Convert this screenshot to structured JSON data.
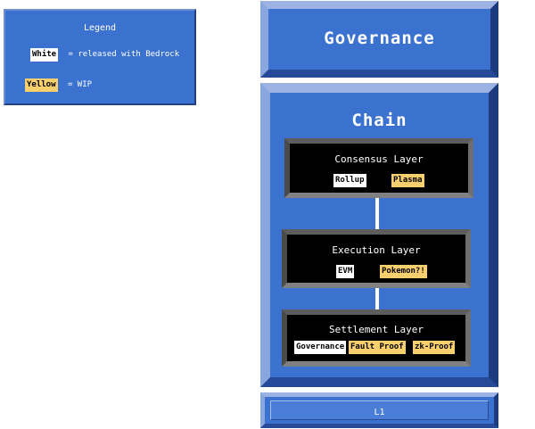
{
  "legend": {
    "title": "Legend",
    "items": [
      {
        "chip": "White",
        "text": "= released with Bedrock",
        "chip_color": "#ffffff"
      },
      {
        "chip": "Yellow",
        "text": "= WIP",
        "chip_color": "#f7d06d"
      }
    ]
  },
  "governance": {
    "title": "Governance"
  },
  "chain": {
    "title": "Chain",
    "layers": [
      {
        "title": "Consensus Layer",
        "items": [
          {
            "label": "Rollup",
            "status": "white"
          },
          {
            "label": "Plasma",
            "status": "yellow"
          }
        ]
      },
      {
        "title": "Execution Layer",
        "items": [
          {
            "label": "EVM",
            "status": "white"
          },
          {
            "label": "Pokemon?!",
            "status": "yellow"
          }
        ]
      },
      {
        "title": "Settlement Layer",
        "items": [
          {
            "label": "Governance",
            "status": "white"
          },
          {
            "label": "Fault Proof",
            "status": "yellow"
          },
          {
            "label": "zk-Proof",
            "status": "yellow"
          }
        ]
      }
    ]
  },
  "l1": {
    "label": "L1"
  },
  "colors": {
    "panel_blue": "#3c72cf",
    "released": "#ffffff",
    "wip": "#f7d06d",
    "layer_bg": "#000000"
  }
}
